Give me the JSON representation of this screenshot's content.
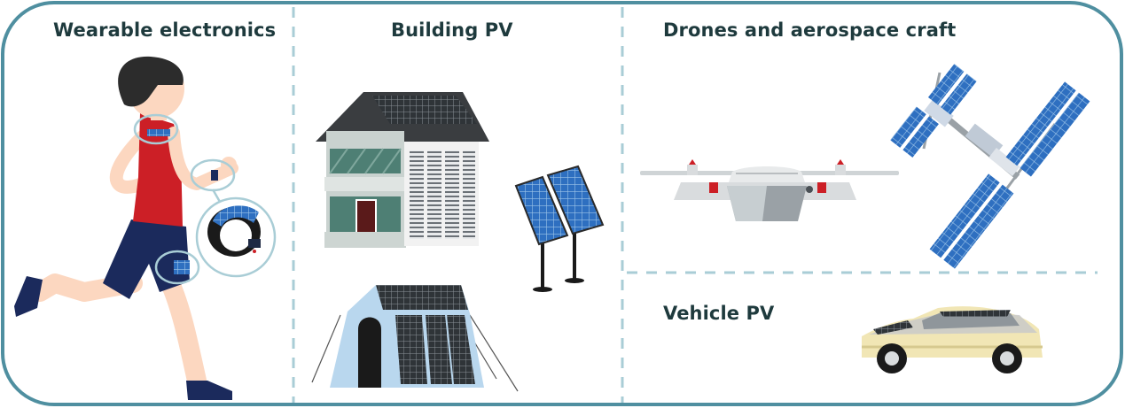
{
  "sections": {
    "wearable": {
      "title": "Wearable electronics"
    },
    "building": {
      "title": "Building PV"
    },
    "aerospace": {
      "title": "Drones and aerospace craft"
    },
    "vehicle": {
      "title": "Vehicle PV"
    }
  },
  "colors": {
    "border": "#4f8fa0",
    "divider": "#a9cdd6",
    "panel_blue": "#2e6fc0",
    "panel_light": "#9cc4e8",
    "shirt_red": "#cc1f26",
    "shorts_navy": "#1b2a5c",
    "skin": "#fcd7c0",
    "house_green": "#4e7f74",
    "car_cream": "#f1e6b5"
  },
  "icons": [
    "runner-figure",
    "solar-bracelet-icon",
    "house-icon",
    "solar-panel-stand-icon",
    "solar-tent-icon",
    "drone-icon",
    "satellite-icon",
    "car-icon"
  ]
}
